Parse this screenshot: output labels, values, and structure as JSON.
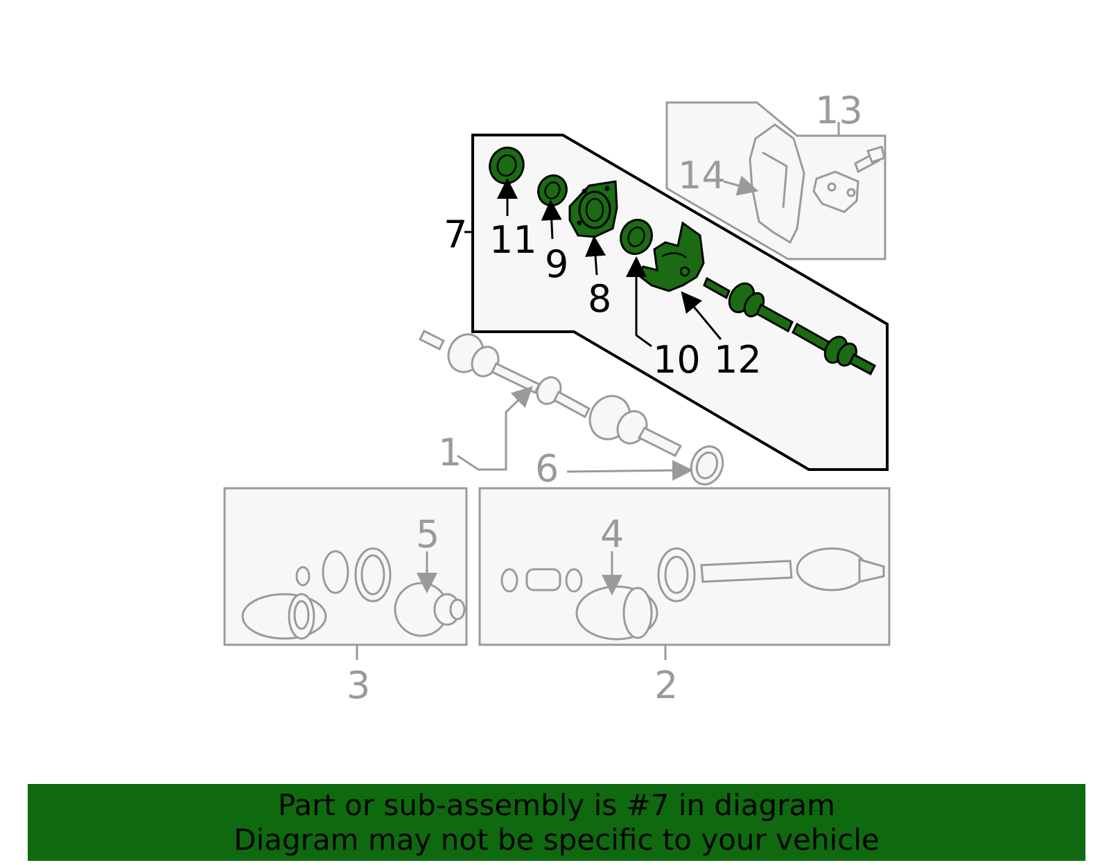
{
  "diagram": {
    "callouts": {
      "c1": "1",
      "c2": "2",
      "c3": "3",
      "c4": "4",
      "c5": "5",
      "c6": "6",
      "c7": "7",
      "c8": "8",
      "c9": "9",
      "c10": "10",
      "c11": "11",
      "c12": "12",
      "c13": "13",
      "c14": "14"
    },
    "colors": {
      "highlight_fill": "#1a6b12",
      "outline": "#000000",
      "muted": "#9a9a9a",
      "panel_fill": "#f7f7f7"
    }
  },
  "banner": {
    "line1": "Part or sub-assembly is #7 in diagram",
    "line2": "Diagram may not be specific to your vehicle",
    "background": "#0f6a0f"
  }
}
